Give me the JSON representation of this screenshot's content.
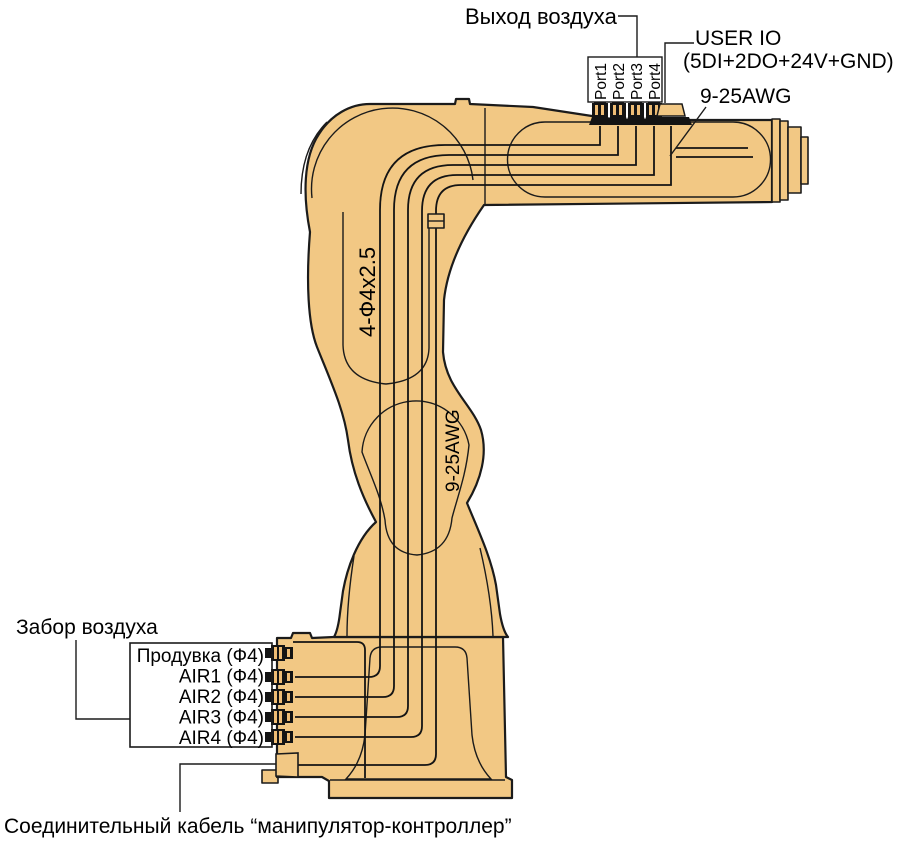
{
  "diagram": {
    "labels": {
      "air_outlet": "Выход воздуха",
      "user_io_title": "USER IO",
      "user_io_pins": "(5DI+2DO+24V+GND)",
      "wrist_cable_gauge": "9-25AWG",
      "arm_tubes": "4-Ф4x2.5",
      "arm_cable_gauge": "9-25AWG",
      "air_intake": "Забор воздуха",
      "controller_cable": "Соединительный кабель “манипулятор-контроллер”"
    },
    "top_ports": [
      "Port1",
      "Port2",
      "Port3",
      "Port4"
    ],
    "air_connectors": [
      "Продувка (Ф4)",
      "AIR1 (Ф4)",
      "AIR2 (Ф4)",
      "AIR3 (Ф4)",
      "AIR4 (Ф4)"
    ],
    "colors": {
      "body": "#F2C884",
      "outline": "#1B1B1B",
      "cable": "#141414",
      "connector": "#141414",
      "background": "#FFFFFF",
      "text": "#000000"
    }
  }
}
